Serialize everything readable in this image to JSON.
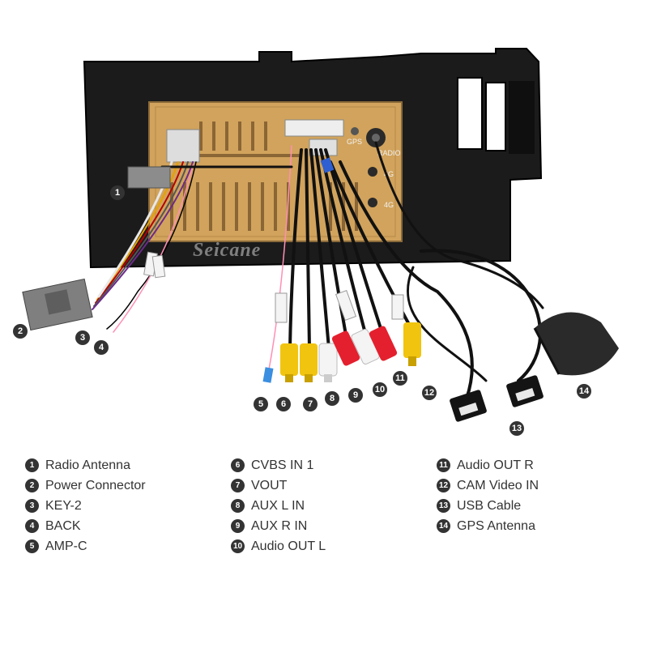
{
  "watermark": "Seicane",
  "port_labels": {
    "gps": "GPS",
    "radio": "RADIO",
    "fourg": "4G",
    "fourg2": "4G"
  },
  "callouts": [
    "1",
    "2",
    "3",
    "4",
    "5",
    "6",
    "7",
    "8",
    "9",
    "10",
    "11",
    "12",
    "13",
    "14"
  ],
  "legend": [
    [
      {
        "n": "1",
        "label": "Radio Antenna"
      },
      {
        "n": "2",
        "label": "Power Connector"
      },
      {
        "n": "3",
        "label": "KEY-2"
      },
      {
        "n": "4",
        "label": "BACK"
      },
      {
        "n": "5",
        "label": "AMP-C"
      }
    ],
    [
      {
        "n": "6",
        "label": "CVBS IN 1"
      },
      {
        "n": "7",
        "label": "VOUT"
      },
      {
        "n": "8",
        "label": "AUX L IN"
      },
      {
        "n": "9",
        "label": "AUX R IN"
      },
      {
        "n": "10",
        "label": "Audio OUT L"
      }
    ],
    [
      {
        "n": "11",
        "label": "Audio OUT R"
      },
      {
        "n": "12",
        "label": "CAM Video IN"
      },
      {
        "n": "13",
        "label": "USB Cable"
      },
      {
        "n": "14",
        "label": "GPS Antenna"
      }
    ]
  ]
}
